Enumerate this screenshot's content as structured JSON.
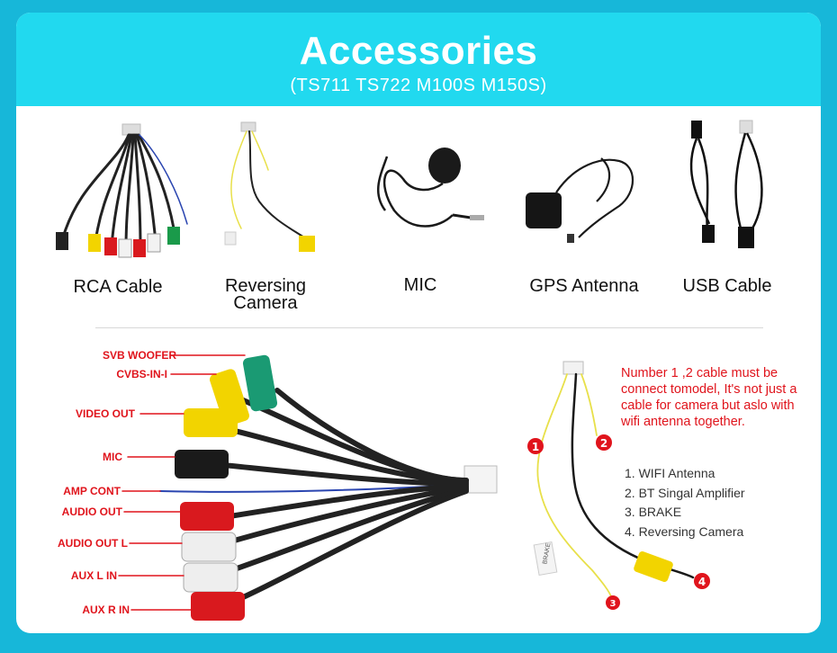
{
  "header": {
    "title": "Accessories",
    "subtitle": "(TS711 TS722 M100S M150S)"
  },
  "accessories": [
    {
      "name": "RCA Cable"
    },
    {
      "name": "Reversing\nCamera"
    },
    {
      "name": "MIC"
    },
    {
      "name": "GPS Antenna"
    },
    {
      "name": "USB Cable"
    }
  ],
  "rca_labels": [
    "SVB WOOFER",
    "CVBS-IN-I",
    "VIDEO OUT",
    "MIC",
    "AMP CONT",
    "AUDIO OUT",
    "AUDIO OUT L",
    "AUX L IN",
    "AUX R IN"
  ],
  "camera_cable": {
    "note": "Number 1 ,2 cable must be connect tomodel, It's not just a cable for camera but aslo with wifi antenna together.",
    "items": [
      "1. WIFI Antenna",
      "2. BT Singal Amplifier",
      "3. BRAKE",
      "4. Reversing Camera"
    ],
    "tag": "BRAKE"
  },
  "colors": {
    "background": "#17b7d9",
    "header": "#21d9ef",
    "label_red": "#e0141c"
  }
}
